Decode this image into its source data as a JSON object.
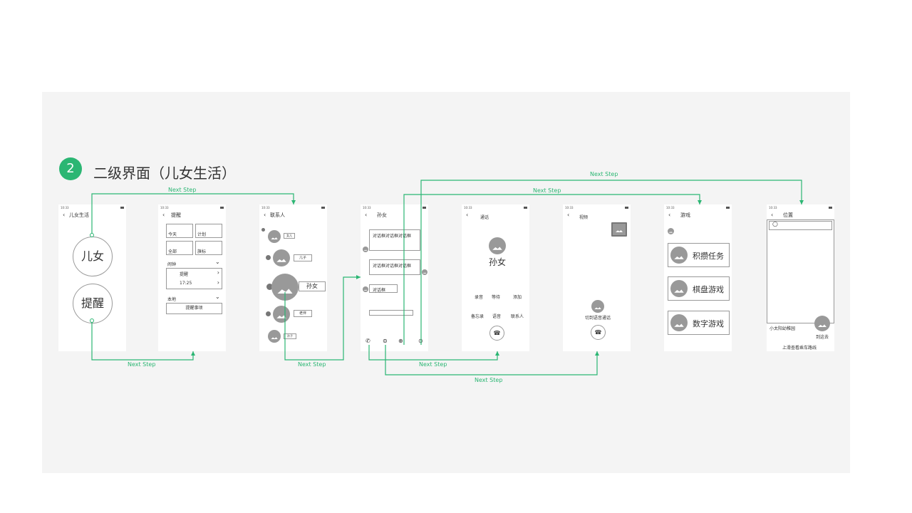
{
  "section": {
    "number": "2",
    "title": "二级界面（儿女生活）"
  },
  "status_time": "10:33",
  "colors": {
    "accent": "#2bb673",
    "line": "#999999",
    "panel": "#f4f4f4"
  },
  "flow_label": "Next   Step",
  "s1": {
    "title": "儿女生活",
    "btn_children": "儿女",
    "btn_remind": "提醒"
  },
  "s2": {
    "title": "提醒",
    "today": "今天",
    "plan": "计划",
    "all": "全部",
    "flag": "旗标",
    "alarm": "闹钟",
    "remind": "提醒",
    "time": "17:25",
    "local": "本地",
    "remind_item": "提醒事项"
  },
  "s3": {
    "title": "联系人",
    "c1": "女儿",
    "c2": "儿子",
    "c3": "孙女",
    "c4": "老伴",
    "c5": "孙子"
  },
  "s4": {
    "title": "孙女",
    "msg1": "对话框对话框对话框",
    "msg2": "对话框对话框对话框",
    "msg3": "对话框"
  },
  "s5": {
    "title": "通话",
    "name": "孙女",
    "record": "录音",
    "wait": "等待",
    "add": "添加",
    "memo": "备忘录",
    "voice": "语音",
    "contacts": "联系人"
  },
  "s6": {
    "title": "视频",
    "switch": "切到语音通话"
  },
  "s7": {
    "title": "游戏",
    "g1": "积攒任务",
    "g2": "棋盘游戏",
    "g3": "数字游戏"
  },
  "s8": {
    "title": "位置",
    "place": "小太阳幼稚园",
    "arrive": "到这去",
    "hint": "上滑查看乘车路线"
  }
}
